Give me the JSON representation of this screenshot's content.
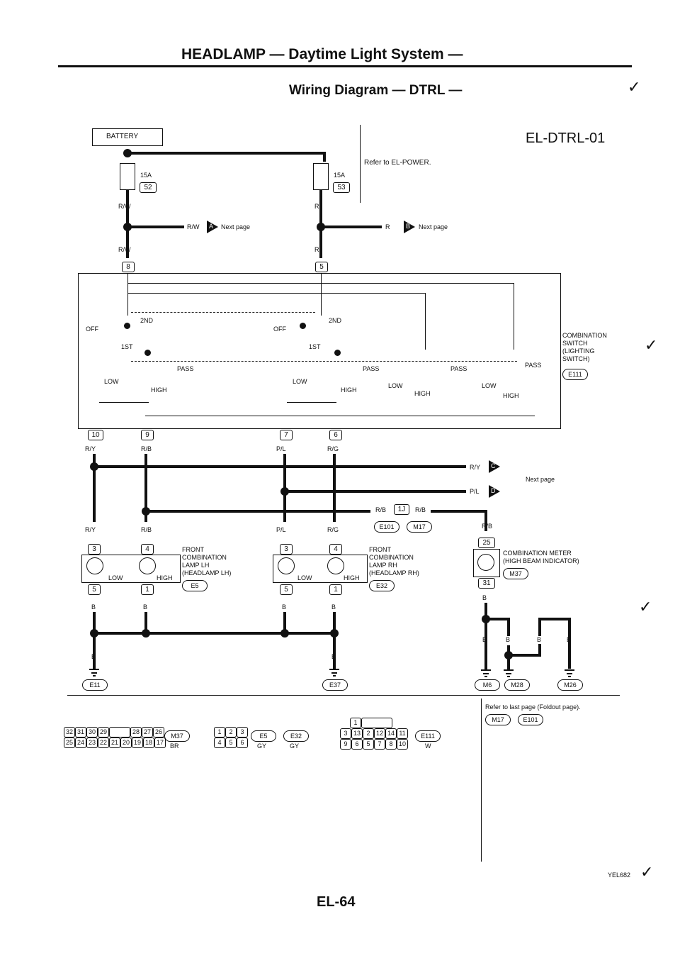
{
  "header": {
    "title": "HEADLAMP — Daytime Light System —",
    "subtitle": "Wiring Diagram — DTRL —",
    "code": "EL-DTRL-01"
  },
  "power": {
    "battery": "BATTERY",
    "refer": "Refer to EL-POWER.",
    "fuse_left_amp": "15A",
    "fuse_left_no": "52",
    "fuse_right_amp": "15A",
    "fuse_right_no": "53",
    "wire_rw": "R/W",
    "wire_r": "R",
    "next_page": "Next page",
    "arrow_a": "A",
    "arrow_b": "B"
  },
  "switch": {
    "pin_8": "8",
    "pin_5": "5",
    "second": "2ND",
    "first": "1ST",
    "off": "OFF",
    "pass": "PASS",
    "low": "LOW",
    "high": "HIGH",
    "name": [
      "COMBINATION",
      "SWITCH",
      "(LIGHTING",
      "SWITCH)"
    ],
    "conn": "E111",
    "pin_10": "10",
    "pin_9": "9",
    "pin_7": "7",
    "pin_6": "6"
  },
  "wires": {
    "ry": "R/Y",
    "rb": "R/B",
    "pl": "P/L",
    "rg": "R/G",
    "b": "B",
    "arrow_c": "C",
    "arrow_d": "D",
    "next_page": "Next page",
    "junction": "1J",
    "conn_e101": "E101",
    "conn_m17": "M17"
  },
  "lamp_lh": {
    "pin_3": "3",
    "pin_4": "4",
    "pin_5": "5",
    "pin_1": "1",
    "low": "LOW",
    "high": "HIGH",
    "name": [
      "FRONT",
      "COMBINATION",
      "LAMP LH",
      "(HEADLAMP LH)"
    ],
    "conn": "E5"
  },
  "lamp_rh": {
    "pin_3": "3",
    "pin_4": "4",
    "pin_5": "5",
    "pin_1": "1",
    "low": "LOW",
    "high": "HIGH",
    "name": [
      "FRONT",
      "COMBINATION",
      "LAMP RH",
      "(HEADLAMP RH)"
    ],
    "conn": "E32"
  },
  "meter": {
    "pin_25": "25",
    "pin_31": "31",
    "name": [
      "COMBINATION METER",
      "(HIGH BEAM INDICATOR)"
    ],
    "conn": "M37"
  },
  "grounds": [
    "E11",
    "E37",
    "M6",
    "M28",
    "M26"
  ],
  "footer": {
    "refer": "Refer to last page (Foldout page).",
    "refer_conns": [
      "M17",
      "E101"
    ],
    "conn1_top": [
      "32",
      "31",
      "30",
      "29",
      "",
      "28",
      "27",
      "26"
    ],
    "conn1_bottom": [
      "25",
      "24",
      "23",
      "22",
      "21",
      "20",
      "19",
      "18",
      "17"
    ],
    "conn1_name": "M37",
    "conn1_color": "BR",
    "conn2_top": [
      "1",
      "2",
      "3"
    ],
    "conn2_bottom": [
      "4",
      "5",
      "6"
    ],
    "conn2_names": [
      "E5",
      "E32"
    ],
    "conn2_colors": [
      "GY",
      "GY"
    ],
    "conn3_top": [
      "1"
    ],
    "conn3_mid": [
      "3",
      "13",
      "2",
      "12",
      "14",
      "11"
    ],
    "conn3_bottom": [
      "9",
      "6",
      "5",
      "7",
      "8",
      "10"
    ],
    "conn3_name": "E111",
    "conn3_color": "W",
    "image_code": "YEL682",
    "page": "EL-64"
  }
}
